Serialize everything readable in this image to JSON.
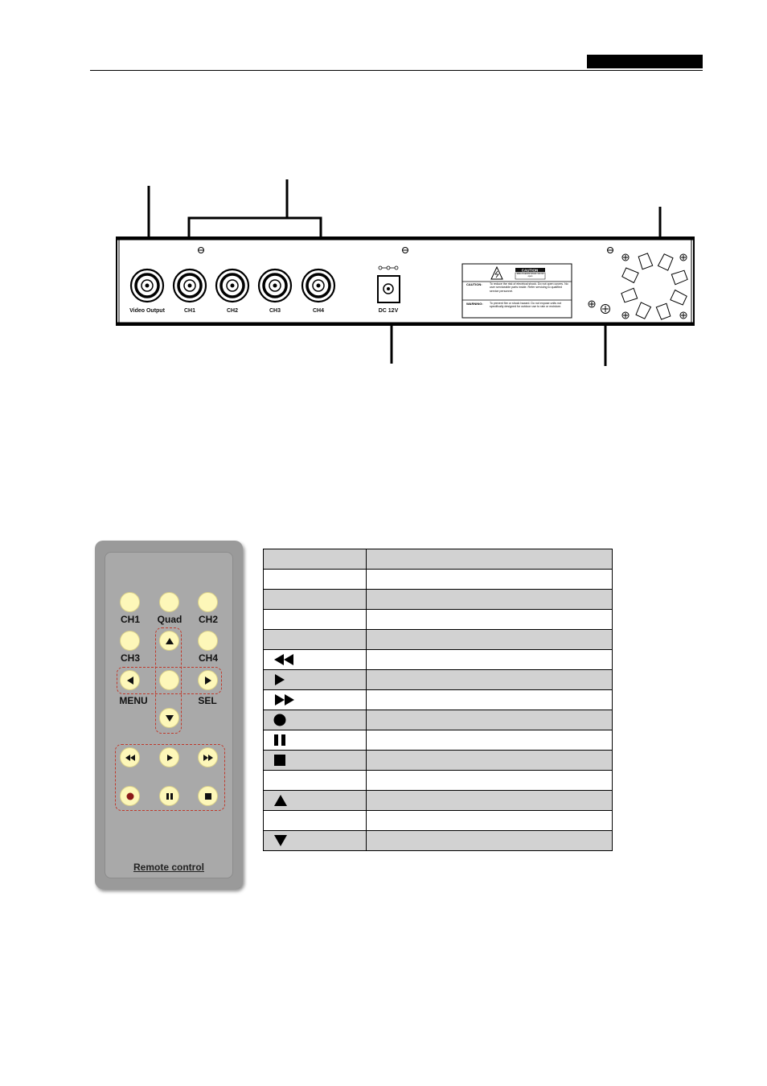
{
  "rear_panel": {
    "ports": [
      {
        "label": "Video Output"
      },
      {
        "label": "CH1"
      },
      {
        "label": "CH2"
      },
      {
        "label": "CH3"
      },
      {
        "label": "CH4"
      }
    ],
    "dc_label": "DC 12V",
    "caution_header": "CAUTION",
    "caution_sub": "Risk of electric shock. Do not open",
    "caution_label": "CAUTION:",
    "caution_body": "To reduce the risk of electrical shock. Do not open covers. No user serviceable parts inside. Refer servicing to qualified service personnel.",
    "warning_label": "WARNING:",
    "warning_body": "To prevent fire or shock hazard. Do not expose units not specifically designed for outdoor use to rain or moisture."
  },
  "remote": {
    "labels": {
      "ch1": "CH1",
      "quad": "Quad",
      "ch2": "CH2",
      "ch3": "CH3",
      "ch4": "CH4",
      "menu": "MENU",
      "sel": "SEL"
    },
    "title": "Remote control"
  },
  "key_table": {
    "rows": [
      {
        "symbol": "",
        "text": ""
      },
      {
        "symbol": "",
        "text": ""
      },
      {
        "symbol": "",
        "text": ""
      },
      {
        "symbol": "",
        "text": ""
      },
      {
        "symbol": "",
        "text": ""
      },
      {
        "symbol": "rewind-icon",
        "text": ""
      },
      {
        "symbol": "play-icon",
        "text": ""
      },
      {
        "symbol": "fast-forward-icon",
        "text": ""
      },
      {
        "symbol": "record-icon",
        "text": ""
      },
      {
        "symbol": "pause-icon",
        "text": ""
      },
      {
        "symbol": "stop-icon",
        "text": ""
      },
      {
        "symbol": "",
        "text": ""
      },
      {
        "symbol": "up-arrow-icon",
        "text": ""
      },
      {
        "symbol": "",
        "text": ""
      },
      {
        "symbol": "down-arrow-icon",
        "text": ""
      }
    ]
  },
  "colors": {
    "remote_button": "#fdf7b9",
    "remote_body": "#9a9a9a",
    "dashed_group": "#c0392b",
    "record_dot": "#8b1a1a",
    "table_shade": "#d2d2d2"
  }
}
